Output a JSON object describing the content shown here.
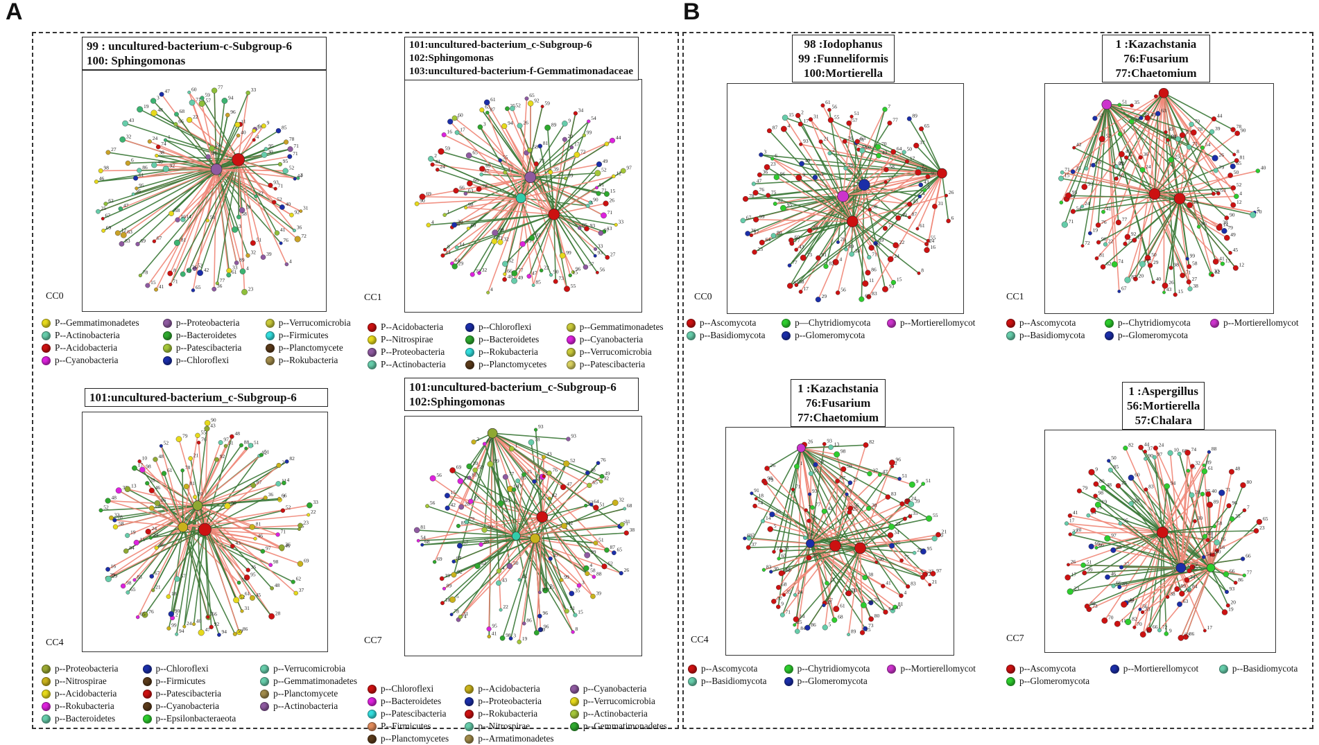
{
  "panels": {
    "a": "A",
    "b": "B"
  },
  "colors": {
    "edge_positive": "#f08878",
    "edge_negative": "#3d7a3a"
  },
  "networks": [
    {
      "id": "a-cc0",
      "cc_label": "CC0",
      "seed": 11,
      "hubs": [
        [
          0.64,
          0.37,
          "#cc1111",
          9
        ],
        [
          0.55,
          0.41,
          "#8e5aa0",
          8
        ]
      ],
      "title_lines": [
        "99 :  uncultured-bacterium-c-Subgroup-6",
        "100:   Sphingomonas"
      ],
      "palette": [
        "#e6d91c",
        "#8e5aa0",
        "#cc1111",
        "#1b2ea8",
        "#8fbf3a",
        "#3cb371",
        "#c9a227",
        "#66ccaa"
      ],
      "legend_cols": 3,
      "legend": [
        {
          "label": "P--Gemmatimonadetes",
          "color": "#e6d91c"
        },
        {
          "label": "p--Proteobacteria",
          "color": "#8e5aa0"
        },
        {
          "label": "p--Verrucomicrobia",
          "color": "#c9c93a"
        },
        {
          "label": "P--Actinobacteria",
          "color": "#66ccaa"
        },
        {
          "label": "p--Bacteroidetes",
          "color": "#2ea82e"
        },
        {
          "label": "p--Firmicutes",
          "color": "#33dddd"
        },
        {
          "label": "P--Acidobacteria",
          "color": "#cc1111"
        },
        {
          "label": "p--Patescibacteria",
          "color": "#a4c639"
        },
        {
          "label": "p--Planctomycete",
          "color": "#5a3a1a"
        },
        {
          "label": "p--Cyanobacteria",
          "color": "#dd22dd"
        },
        {
          "label": "p--Chloroflexi",
          "color": "#1b2ea8"
        },
        {
          "label": "p--Rokubacteria",
          "color": "#a08a4a"
        }
      ]
    },
    {
      "id": "a-cc1",
      "cc_label": "CC1",
      "seed": 23,
      "hubs": [
        [
          0.53,
          0.42,
          "#8e5aa0",
          8
        ],
        [
          0.49,
          0.51,
          "#33ccaa",
          7
        ],
        [
          0.63,
          0.58,
          "#cc1111",
          8
        ]
      ],
      "title_lines": [
        "101:uncultured-bacterium_c-Subgroup-6",
        "102:Sphingomonas",
        "103:uncultured-bacterium-f-Gemmatimonadaceae"
      ],
      "palette": [
        "#cc1111",
        "#1b2ea8",
        "#e6d91c",
        "#8e5aa0",
        "#2ea82e",
        "#66ccaa",
        "#dd22dd",
        "#a4c639"
      ],
      "legend_cols": 3,
      "legend": [
        {
          "label": "P--Acidobacteria",
          "color": "#cc1111"
        },
        {
          "label": "p--Chloroflexi",
          "color": "#1b2ea8"
        },
        {
          "label": "p--Gemmatimonadetes",
          "color": "#c9c93a"
        },
        {
          "label": "P--Nitrospirae",
          "color": "#e6d91c"
        },
        {
          "label": "p--Bacteroidetes",
          "color": "#2ea82e"
        },
        {
          "label": "p--Cyanobacteria",
          "color": "#dd22dd"
        },
        {
          "label": "P--Proteobacteria",
          "color": "#8e5aa0"
        },
        {
          "label": "p--Rokubacteria",
          "color": "#33dddd"
        },
        {
          "label": "p--Verrucomicrobia",
          "color": "#c9c93a"
        },
        {
          "label": "P--Actinobacteria",
          "color": "#66ccaa"
        },
        {
          "label": "p--Planctomycetes",
          "color": "#5a3a1a"
        },
        {
          "label": "p--Patescibacteria",
          "color": "#d8d060"
        }
      ]
    },
    {
      "id": "a-cc4",
      "cc_label": "CC4",
      "seed": 37,
      "hubs": [
        [
          0.5,
          0.49,
          "#cc1111",
          9
        ],
        [
          0.41,
          0.48,
          "#c9b21c",
          7
        ],
        [
          0.47,
          0.39,
          "#8fa832",
          7
        ]
      ],
      "title_lines": [
        "101:uncultured-bacterium_c-Subgroup-6"
      ],
      "palette": [
        "#c9b21c",
        "#8fa832",
        "#cc1111",
        "#1b2ea8",
        "#dd22dd",
        "#66ccaa",
        "#e6d91c",
        "#2ea82e"
      ],
      "legend_cols": 3,
      "legend": [
        {
          "label": "p--Proteobacteria",
          "color": "#9aa832"
        },
        {
          "label": "p--Chloroflexi",
          "color": "#1b2ea8"
        },
        {
          "label": "p--Verrucomicrobia",
          "color": "#66ccaa"
        },
        {
          "label": "p--Nitrospirae",
          "color": "#c9b21c"
        },
        {
          "label": "p--Firmicutes",
          "color": "#5a3a1a"
        },
        {
          "label": "p--Gemmatimonadetes",
          "color": "#66ccaa"
        },
        {
          "label": "p--Acidobacteria",
          "color": "#e6d91c"
        },
        {
          "label": "p--Patescibacteria",
          "color": "#cc1111"
        },
        {
          "label": "p--Planctomycete",
          "color": "#a08a4a"
        },
        {
          "label": "p--Rokubacteria",
          "color": "#dd22dd"
        },
        {
          "label": "p--Cyanobacteria",
          "color": "#5a3a1a"
        },
        {
          "label": "p--Actinobacteria",
          "color": "#8e5aa0"
        },
        {
          "label": "p--Bacteroidetes",
          "color": "#66ccaa"
        },
        {
          "label": "p--Epsilonbacteraeota",
          "color": "#2ecc2e"
        }
      ]
    },
    {
      "id": "a-cc7",
      "cc_label": "CC7",
      "seed": 51,
      "hubs": [
        [
          0.58,
          0.42,
          "#cc1111",
          8
        ],
        [
          0.55,
          0.51,
          "#c9b21c",
          7
        ],
        [
          0.37,
          0.07,
          "#8fa832",
          7
        ],
        [
          0.47,
          0.5,
          "#33ccaa",
          6
        ]
      ],
      "title_lines": [
        "101:uncultured-bacterium_c-Subgroup-6",
        "102:Sphingomonas"
      ],
      "palette": [
        "#2ea82e",
        "#dd22dd",
        "#c9b21c",
        "#1b2ea8",
        "#8e5aa0",
        "#cc1111",
        "#a4c639",
        "#66ccaa"
      ],
      "legend_cols": 3,
      "legend": [
        {
          "label": "p--Chloroflexi",
          "color": "#cc1111"
        },
        {
          "label": "p--Acidobacteria",
          "color": "#c9b21c"
        },
        {
          "label": "p--Cyanobacteria",
          "color": "#8e5aa0"
        },
        {
          "label": "p--Bacteroidetes",
          "color": "#dd22dd"
        },
        {
          "label": "p--Proteobacteria",
          "color": "#1b2ea8"
        },
        {
          "label": "p--Verrucomicrobia",
          "color": "#e6d91c"
        },
        {
          "label": "p--Patescibacteria",
          "color": "#33dddd"
        },
        {
          "label": "p--Rokubacteria",
          "color": "#cc1111"
        },
        {
          "label": "p--Actinobacteria",
          "color": "#a4c639"
        },
        {
          "label": "P--Firmicutes",
          "color": "#e08a5a"
        },
        {
          "label": "p--Nitrospirae",
          "color": "#66ccaa"
        },
        {
          "label": "p--Gemmatimonadetes",
          "color": "#2ea82e"
        },
        {
          "label": "p--Planctomycetes",
          "color": "#5a3a1a"
        },
        {
          "label": "p--Armatimonadetes",
          "color": "#a08a4a"
        }
      ]
    },
    {
      "id": "b-cc0",
      "cc_label": "CC0",
      "seed": 67,
      "hubs": [
        [
          0.49,
          0.49,
          "#cc33cc",
          8
        ],
        [
          0.58,
          0.44,
          "#1b2ea8",
          8
        ],
        [
          0.53,
          0.6,
          "#cc1111",
          8
        ],
        [
          0.91,
          0.39,
          "#cc1111",
          7
        ]
      ],
      "title_lines": [
        "98 :Iodophanus",
        "99 :Funneliformis",
        "100:Mortierella"
      ],
      "palette": [
        "#cc1111",
        "#cc1111",
        "#cc1111",
        "#66ccaa",
        "#1b2ea8",
        "#2ecc2e",
        "#cc1111"
      ],
      "legend_cols": 3,
      "legend": [
        {
          "label": "p--Ascomycota",
          "color": "#cc1111"
        },
        {
          "label": "p—Chytridiomycota",
          "color": "#2ecc2e"
        },
        {
          "label": "p--Mortierellomycot",
          "color": "#cc33cc"
        },
        {
          "label": "p--Basidiomycota",
          "color": "#66ccaa"
        },
        {
          "label": "p--Glomeromycota",
          "color": "#1b2ea8"
        }
      ]
    },
    {
      "id": "b-cc1",
      "cc_label": "CC1",
      "seed": 79,
      "hubs": [
        [
          0.48,
          0.48,
          "#cc1111",
          8
        ],
        [
          0.59,
          0.5,
          "#cc1111",
          8
        ],
        [
          0.52,
          0.04,
          "#cc1111",
          7
        ],
        [
          0.27,
          0.09,
          "#cc33cc",
          7
        ]
      ],
      "title_lines": [
        "1 :Kazachstania",
        "76:Fusarium",
        "77:Chaetomium"
      ],
      "palette": [
        "#cc1111",
        "#cc1111",
        "#cc1111",
        "#66ccaa",
        "#1b2ea8",
        "#2ecc2e"
      ],
      "legend_cols": 3,
      "legend": [
        {
          "label": "p--Ascomycota",
          "color": "#cc1111"
        },
        {
          "label": "p--Chytridiomycota",
          "color": "#2ecc2e"
        },
        {
          "label": "p--Mortierellomycot",
          "color": "#cc33cc"
        },
        {
          "label": "p--Basidiomycota",
          "color": "#66ccaa"
        },
        {
          "label": "p--Glomeromycota",
          "color": "#1b2ea8"
        }
      ]
    },
    {
      "id": "b-cc4",
      "cc_label": "CC4",
      "seed": 83,
      "hubs": [
        [
          0.48,
          0.52,
          "#cc1111",
          8
        ],
        [
          0.59,
          0.53,
          "#cc1111",
          8
        ],
        [
          0.33,
          0.09,
          "#cc33cc",
          6
        ],
        [
          0.37,
          0.51,
          "#1b2ea8",
          6
        ]
      ],
      "title_lines": [
        "1 :Kazachstania",
        "76:Fusarium",
        "77:Chaetomium"
      ],
      "palette": [
        "#cc1111",
        "#cc1111",
        "#cc1111",
        "#66ccaa",
        "#1b2ea8",
        "#2ecc2e"
      ],
      "legend_cols": 3,
      "legend": [
        {
          "label": "p--Ascomycota",
          "color": "#cc1111"
        },
        {
          "label": "p--Chytridiomycota",
          "color": "#2ecc2e"
        },
        {
          "label": "p--Mortierellomycot",
          "color": "#cc33cc"
        },
        {
          "label": "p--Basidiomycota",
          "color": "#66ccaa"
        },
        {
          "label": "p--Glomeromycota",
          "color": "#1b2ea8"
        }
      ]
    },
    {
      "id": "b-cc7",
      "cc_label": "CC7",
      "seed": 97,
      "hubs": [
        [
          0.51,
          0.46,
          "#cc1111",
          8
        ],
        [
          0.59,
          0.62,
          "#1b2ea8",
          7
        ],
        [
          0.72,
          0.62,
          "#2ecc2e",
          6
        ]
      ],
      "title_lines": [
        "1 :Aspergillus",
        "56:Mortierella",
        "57:Chalara"
      ],
      "palette": [
        "#cc1111",
        "#cc1111",
        "#cc1111",
        "#66ccaa",
        "#1b2ea8",
        "#2ecc2e"
      ],
      "legend_cols": 3,
      "legend": [
        {
          "label": "p--Ascomycota",
          "color": "#cc1111"
        },
        {
          "label": "p--Mortierellomycot",
          "color": "#1b2ea8"
        },
        {
          "label": "p--Basidiomycota",
          "color": "#66ccaa"
        },
        {
          "label": "p--Glomeromycota",
          "color": "#2ecc2e"
        }
      ]
    }
  ]
}
